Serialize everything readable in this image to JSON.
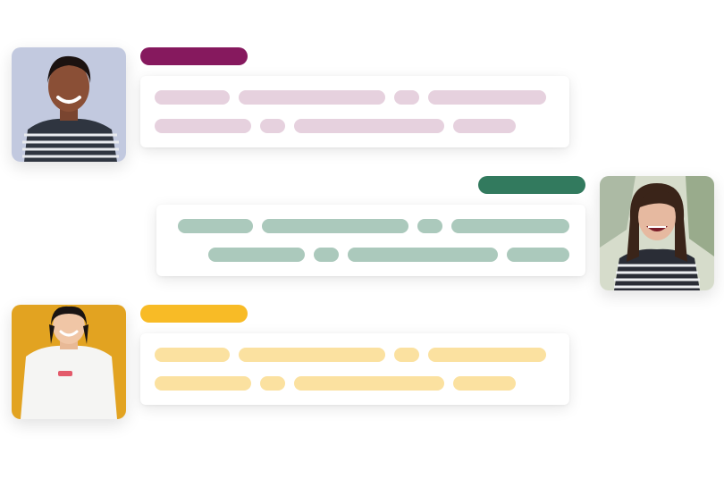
{
  "messages": [
    {
      "side": "left",
      "avatar": "woman-striped-top-avatar",
      "accent": "#86195e",
      "line_color": "#e6d1de"
    },
    {
      "side": "right",
      "avatar": "woman-laughing-avatar",
      "accent": "#327a5e",
      "line_color": "#abc9bc"
    },
    {
      "side": "left",
      "avatar": "woman-white-tshirt-avatar",
      "accent": "#f8bb26",
      "line_color": "#fbe1a0"
    }
  ]
}
